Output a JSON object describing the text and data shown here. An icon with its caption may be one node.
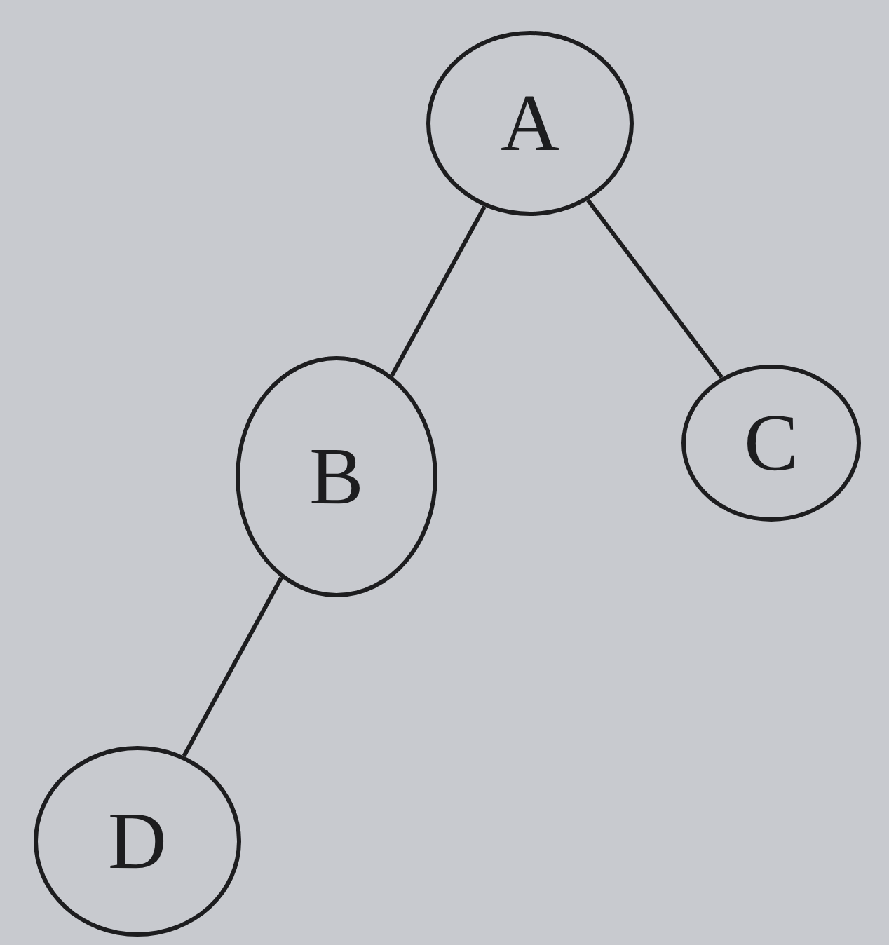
{
  "diagram": {
    "nodes": [
      {
        "text": [
          "A"
        ]
      },
      {
        "text": [
          "B"
        ]
      },
      {
        "text": [
          "C"
        ]
      },
      {
        "text": [
          "D"
        ]
      }
    ],
    "edges": [
      {
        "from": 0,
        "to": 1,
        "arrow": "none"
      },
      {
        "from": 0,
        "to": 2,
        "arrow": "none"
      },
      {
        "from": 1,
        "to": 3,
        "arrow": "none"
      }
    ]
  }
}
